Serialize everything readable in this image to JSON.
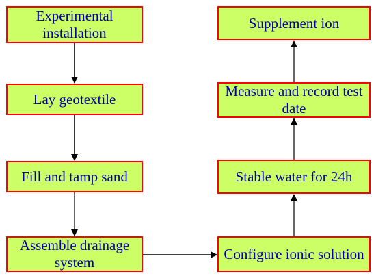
{
  "colors": {
    "box_fill": "#ccff66",
    "box_border": "#ff0000",
    "text": "#0000aa",
    "arrow": "#000000"
  },
  "steps": {
    "experimental_installation": "Experimental installation",
    "lay_geotextile": "Lay geotextile",
    "fill_and_tamp_sand": "Fill and tamp sand",
    "assemble_drainage_system": "Assemble drainage system",
    "configure_ionic_solution": "Configure ionic solution",
    "stable_water": "Stable water for 24h",
    "measure_and_record": "Measure and record test date",
    "supplement_ion": "Supplement ion"
  }
}
